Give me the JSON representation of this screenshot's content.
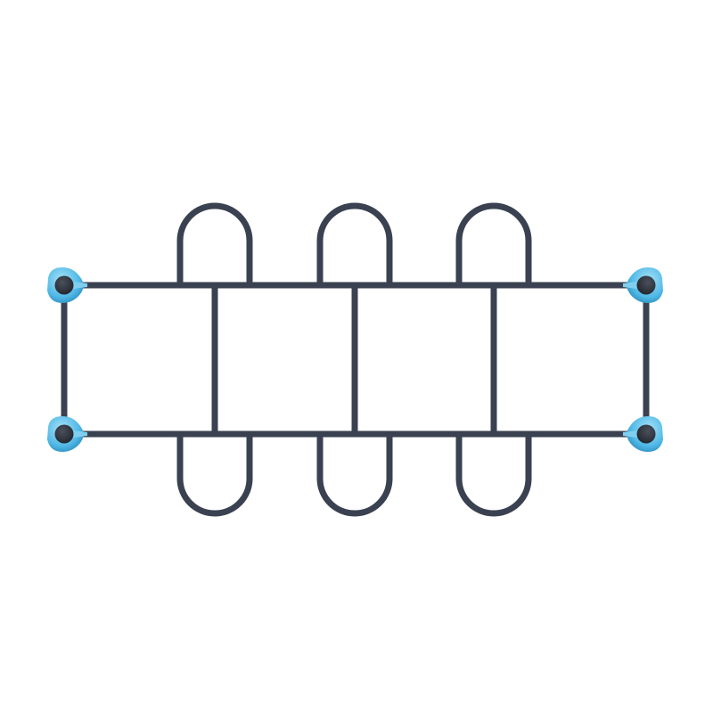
{
  "object": {
    "kind": "tubular-metal-frame-top-view",
    "hoops_top_count": 3,
    "hoops_bottom_count": 3,
    "cross_bars_count": 3,
    "corner_connectors_count": 4,
    "icons": {
      "hoop": "u-hoop-icon",
      "connector": "corner-connector-icon"
    }
  },
  "colors": {
    "background": "#ffffff",
    "tube": "#3a4150",
    "tube_highlight": "#5a6272",
    "connector_outer": "#4fb8e6",
    "connector_light": "#a7e2f7",
    "connector_cap": "#2e323b"
  }
}
